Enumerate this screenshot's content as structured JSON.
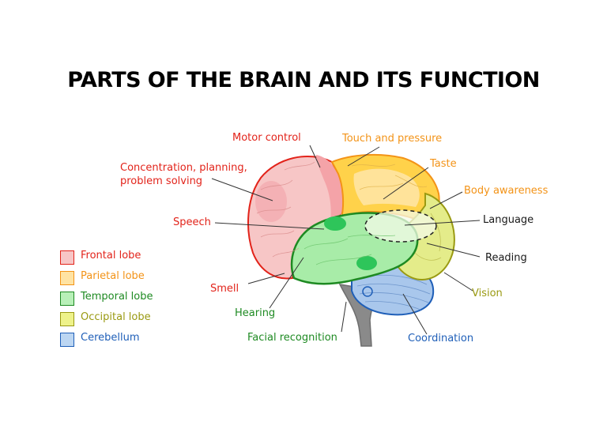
{
  "title": "PARTS OF THE BRAIN AND ITS FUNCTION",
  "labels": {
    "motor_control": "Motor control",
    "touch_pressure": "Touch and pressure",
    "concentration_line1": "Concentration, planning,",
    "concentration_line2": "problem solving",
    "taste": "Taste",
    "body_awareness": "Body awareness",
    "speech": "Speech",
    "language": "Language",
    "reading": "Reading",
    "smell": "Smell",
    "vision": "Vision",
    "hearing": "Hearing",
    "facial_recognition": "Facial recognition",
    "coordination": "Coordination"
  },
  "legend": [
    {
      "label": "Frontal lobe",
      "fill": "#f7c6c6",
      "border": "#e2231a",
      "text_color": "#e2231a"
    },
    {
      "label": "Parietal lobe",
      "fill": "#ffe3a3",
      "border": "#f39317",
      "text_color": "#f39317"
    },
    {
      "label": "Temporal lobe",
      "fill": "#b8f0b8",
      "border": "#1e8a22",
      "text_color": "#1e8a22"
    },
    {
      "label": "Occipital lobe",
      "fill": "#eef28a",
      "border": "#9a9a12",
      "text_color": "#9a9a12"
    },
    {
      "label": "Cerebellum",
      "fill": "#bcd6f2",
      "border": "#1f5fb8",
      "text_color": "#1f5fb8"
    }
  ],
  "colors": {
    "frontal": "#f7c6c6",
    "frontal_motor": "#f4a3a8",
    "parietal": "#ffd24a",
    "parietal_inner": "#ffe6a8",
    "temporal": "#a8eca8",
    "temporal_dark": "#2ec55a",
    "occipital": "#e4ec8a",
    "cerebellum": "#a9c7ec",
    "brainstem": "#808080"
  }
}
